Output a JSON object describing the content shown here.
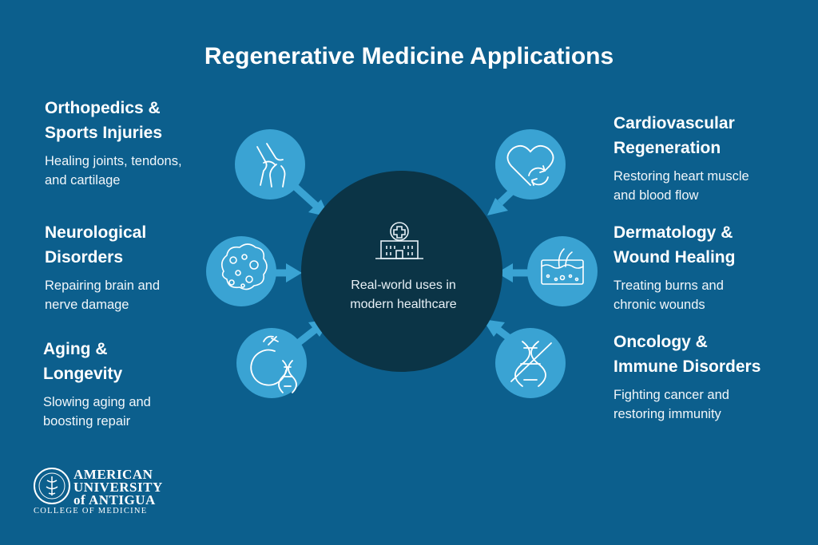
{
  "title": "Regenerative Medicine Applications",
  "center": {
    "lines": [
      "Real-world uses in",
      "modern healthcare"
    ],
    "icon": "hospital-icon"
  },
  "topics": [
    {
      "id": "ortho",
      "heading": [
        "Orthopedics &",
        "Sports Injuries"
      ],
      "desc": [
        "Healing joints, tendons,",
        "and cartilage"
      ],
      "icon": "knee-joint-icon"
    },
    {
      "id": "neuro",
      "heading": [
        "Neurological",
        "Disorders"
      ],
      "desc": [
        "Repairing brain and",
        "nerve damage"
      ],
      "icon": "brain-cells-icon"
    },
    {
      "id": "aging",
      "heading": [
        "Aging &",
        "Longevity"
      ],
      "desc": [
        "Slowing aging and",
        "boosting repair"
      ],
      "icon": "dna-clock-icon"
    },
    {
      "id": "cardio",
      "heading": [
        "Cardiovascular",
        "Regeneration"
      ],
      "desc": [
        "Restoring heart muscle",
        "and blood flow"
      ],
      "icon": "heart-renew-icon"
    },
    {
      "id": "derma",
      "heading": [
        "Dermatology &",
        "Wound Healing"
      ],
      "desc": [
        "Treating burns and",
        "chronic wounds"
      ],
      "icon": "skin-layer-icon"
    },
    {
      "id": "onco",
      "heading": [
        "Oncology &",
        "Immune Disorders"
      ],
      "desc": [
        "Fighting cancer and",
        "restoring immunity"
      ],
      "icon": "dna-crossed-icon"
    }
  ],
  "logo": {
    "lines": [
      "AMERICAN",
      "UNIVERSITY",
      "of ANTIGUA",
      "COLLEGE OF MEDICINE"
    ]
  },
  "colors": {
    "background": "#0c5f8d",
    "hub": "#0b3446",
    "satellite": "#3aa3d3",
    "arrow": "#3aa3d3",
    "text": "#ffffff"
  }
}
